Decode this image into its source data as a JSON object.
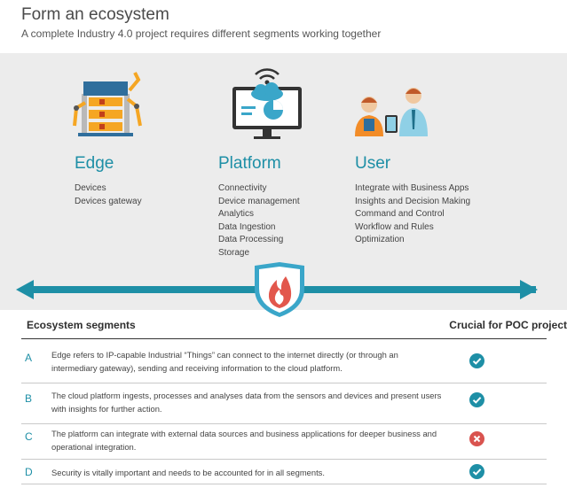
{
  "header": {
    "title": "Form an ecosystem",
    "subtitle": "A complete Industry 4.0 project requires different segments working together"
  },
  "columns": [
    {
      "title": "Edge",
      "icon": "factory-robot-arms-icon",
      "items": [
        "Devices",
        "Devices gateway"
      ]
    },
    {
      "title": "Platform",
      "icon": "cloud-monitor-wifi-icon",
      "items": [
        "Connectivity",
        "Device management",
        "Analytics",
        "Data Ingestion",
        "Data Processing",
        "Storage"
      ]
    },
    {
      "title": "User",
      "icon": "users-tablet-icon",
      "items": [
        "Integrate with Business Apps",
        "Insights and Decision Making",
        "Command and Control",
        "Workflow and Rules",
        "Optimization"
      ]
    }
  ],
  "divider": {
    "icon": "security-shield-flame-icon"
  },
  "table": {
    "header_left": "Ecosystem segments",
    "header_right": "Crucial for POC project",
    "rows": [
      {
        "letter": "A",
        "text": "Edge refers to IP-capable Industrial “Things” can connect to the internet directly (or through an intermediary gateway), sending and receiving information to the cloud platform.",
        "crucial": true,
        "status_icon": "check-circle-icon"
      },
      {
        "letter": "B",
        "text": "The cloud platform ingests, processes and analyses data from the sensors and devices and present users with insights for further action.",
        "crucial": true,
        "status_icon": "check-circle-icon"
      },
      {
        "letter": "C",
        "text": "The platform can integrate with external data sources and business applications for deeper business and operational integration.",
        "crucial": false,
        "status_icon": "cross-circle-icon"
      },
      {
        "letter": "D",
        "text": "Security is vitally important and needs to be accounted for in all segments.",
        "crucial": true,
        "status_icon": "check-circle-icon"
      }
    ]
  },
  "colors": {
    "accent": "#1e8fa6",
    "band": "#ececec",
    "ok": "#1e8fa6",
    "no": "#d9534f",
    "flame": "#e2574c"
  }
}
